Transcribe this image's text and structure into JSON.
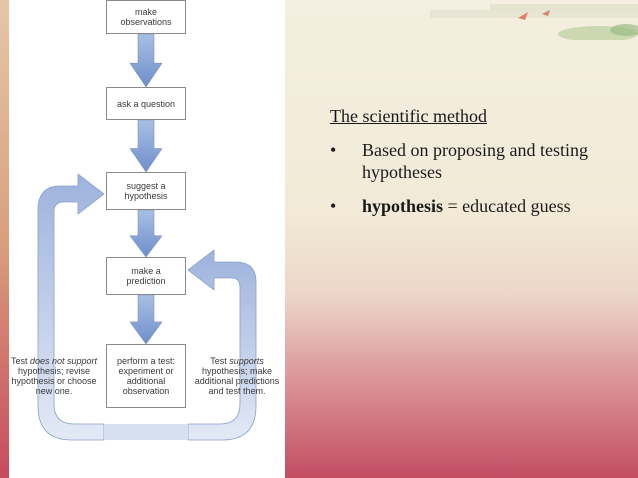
{
  "slide": {
    "title": "The scientific method",
    "bullets": [
      {
        "marker": "•",
        "text": "Based on proposing and testing hypotheses"
      },
      {
        "marker": "•",
        "bold": "hypothesis",
        "rest": " = educated guess"
      }
    ]
  },
  "flowchart": {
    "steps": [
      "make\nobservations",
      "ask a question",
      "suggest a\nhypothesis",
      "make a\nprediction",
      "perform a test:\nexperiment or\nadditional\nobservation"
    ],
    "left_note": {
      "prefix": "Test ",
      "emph": "does not support",
      "rest": "\nhypothesis; revise\nhypothesis or choose\nnew one."
    },
    "right_note": {
      "prefix": "Test ",
      "emph": "supports",
      "rest": "\nhypothesis; make\nadditional predictions\nand test them."
    }
  },
  "colors": {
    "arrow": "#8ea9d8",
    "arrow_light": "#c7d4ee",
    "arrow_stroke": "#7b92be"
  }
}
